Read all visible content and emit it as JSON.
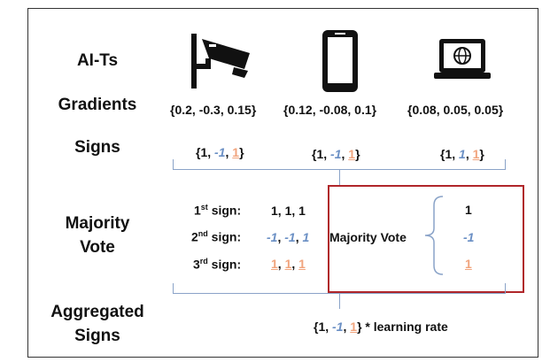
{
  "rows": {
    "aits": "AI-Ts",
    "gradients": "Gradients",
    "signs": "Signs",
    "majority_vote": "Majority Vote",
    "aggregated_signs": "Aggregated Signs"
  },
  "devices": [
    {
      "icon": "security-camera-icon",
      "gradient": "{0.2, -0.3, 0.15}",
      "signs": [
        "1",
        "-1",
        "1"
      ]
    },
    {
      "icon": "smartphone-icon",
      "gradient": "{0.12, -0.08, 0.1}",
      "signs": [
        "1",
        "-1",
        "1"
      ]
    },
    {
      "icon": "laptop-globe-icon",
      "gradient": "{0.08, 0.05, 0.05}",
      "signs": [
        "1",
        "1",
        "1"
      ]
    }
  ],
  "vote": {
    "first": {
      "label_num": "1",
      "label_sup": "st",
      "label_rest": " sign:",
      "values": [
        "1",
        "1",
        "1"
      ]
    },
    "second": {
      "label_num": "2",
      "label_sup": "nd",
      "label_rest": " sign:",
      "values": [
        "-1",
        "-1",
        "1"
      ]
    },
    "third": {
      "label_num": "3",
      "label_sup": "rd",
      "label_rest": " sign:",
      "values": [
        "1",
        "1",
        "1"
      ]
    },
    "box_label": "Majority Vote",
    "results": [
      "1",
      "-1",
      "1"
    ]
  },
  "aggregated": {
    "values": [
      "1",
      "-1",
      "1"
    ],
    "suffix": "* learning rate"
  },
  "colors": {
    "negative": "#6a8fc4",
    "third_sign": "#f1a47d",
    "box_border": "#b0262a",
    "bracket": "#8aa3c8"
  }
}
